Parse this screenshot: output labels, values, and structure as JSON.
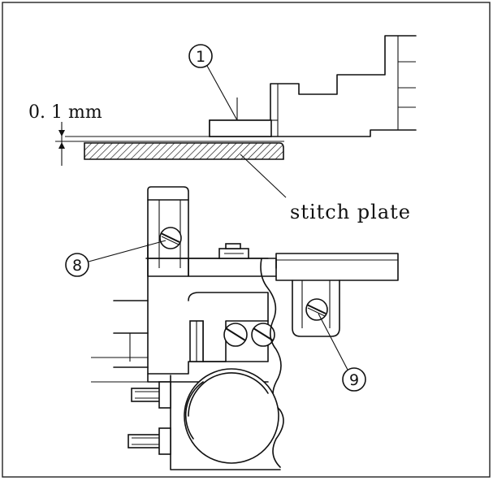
{
  "labels": {
    "gap": "0. 1 mm",
    "stitch_plate": "stitch plate"
  },
  "callouts": {
    "part_1": "1",
    "part_8": "8",
    "part_9": "9"
  }
}
